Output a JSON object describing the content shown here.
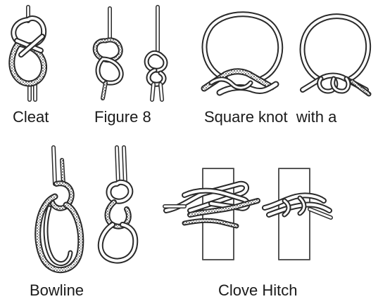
{
  "captions": {
    "cleat": "Cleat",
    "figure8": "Figure 8",
    "square": "Square knot  with a",
    "bowline": "Bowline",
    "clove": "Clove Hitch"
  },
  "colors": {
    "rope_outline": "#2a2a2a",
    "rope_fill": "#ffffff",
    "rope_dark": "#3a3a3a",
    "post_outline": "#555555",
    "text": "#1a1a1a"
  }
}
